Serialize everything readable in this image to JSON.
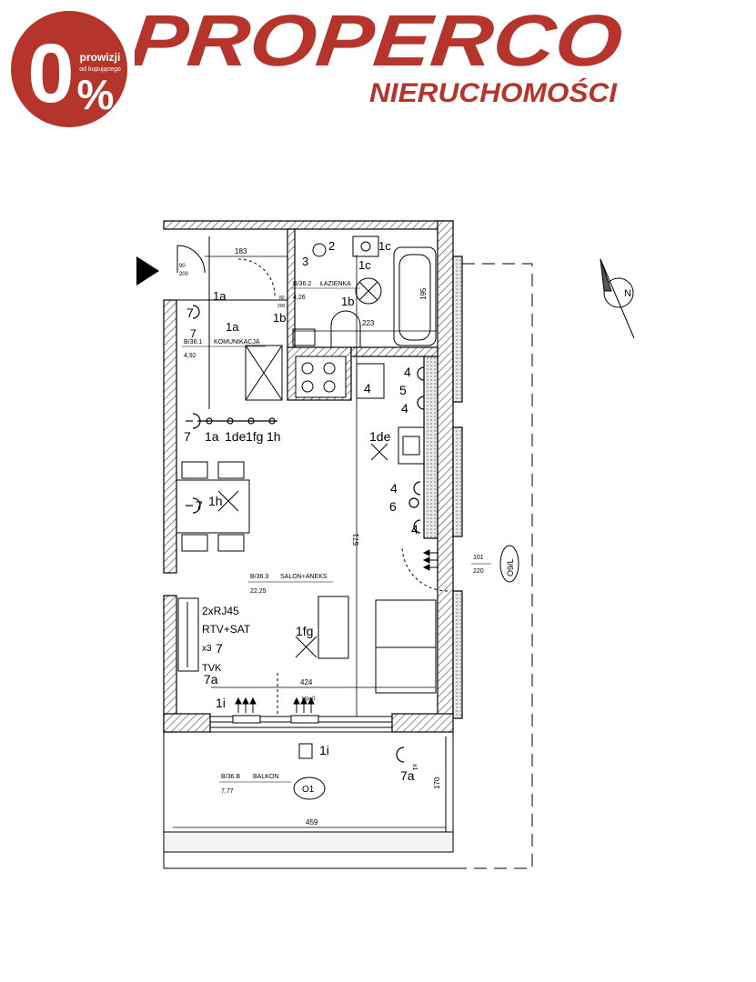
{
  "brand": {
    "name": "PROPERCO",
    "tagline": "NIERUCHOMOŚCI",
    "badge_value": "0",
    "badge_percent": "%",
    "badge_line1": "prowizji",
    "badge_line2": "od kupującego",
    "color_red": "#b5342c"
  },
  "rooms": {
    "komunikacja": {
      "code": "B/36.1",
      "name": "KOMUNIKACJA",
      "area": "4,92"
    },
    "lazienka": {
      "code": "B/36.2",
      "name": "ŁAZIENKA",
      "area": "4,26"
    },
    "salon": {
      "code": "B/36.3",
      "name": "SALON+ANEKS",
      "area": "22,25"
    },
    "balkon": {
      "code": "B/36.B",
      "name": "BALKON",
      "area": "7,77"
    }
  },
  "dimensions": {
    "d183": "183",
    "d90": "90",
    "d200": "200",
    "d80": "80",
    "d200b": "200",
    "d223": "223",
    "d195": "195",
    "d571": "571",
    "d424": "424",
    "d459": "459",
    "d170": "170",
    "d101": "101",
    "d220": "220",
    "window_code": "O1",
    "window_code2": "O9/L",
    "hp": "Hp=0",
    "compass_n": "N"
  },
  "electrical": {
    "s1a_a": "1a",
    "s1a_b": "1a",
    "s1b_a": "1b",
    "s1b_b": "1b",
    "s1c_a": "1c",
    "s1c_b": "1c",
    "s2": "2",
    "s3": "3",
    "s4_a": "4",
    "s4_b": "4",
    "s4_c": "4",
    "s4_d": "4",
    "s4_e": "4",
    "s5": "5",
    "s6": "6",
    "s7_a": "7",
    "s7_b": "7",
    "s7_c": "7",
    "s7_d": "7",
    "row_7": "7",
    "row_1a": "1a",
    "row_1de": "1de",
    "row_1fg": "1fg",
    "row_1h": "1h",
    "s1de": "1de",
    "s1h": "1h",
    "s1fg": "1fg",
    "s1i_a": "1i",
    "s1i_b": "1i",
    "s7a_a": "7a",
    "s7a_b": "7a",
    "rj45": "2xRJ45",
    "rtv": "RTV+SAT",
    "x3": "x3",
    "tvk": "TVK",
    "x1": "x1"
  }
}
